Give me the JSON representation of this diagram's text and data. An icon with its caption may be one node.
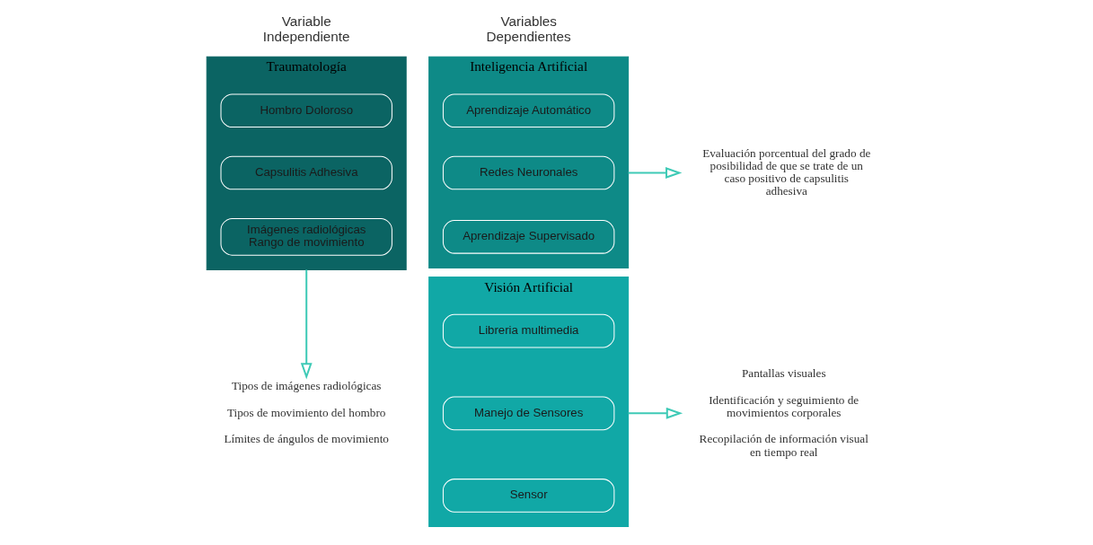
{
  "diagram": {
    "nodes": [
      {
        "text": [
          "Traumatología"
        ]
      },
      {
        "text": [
          "Hombro Doloroso"
        ],
        "in": 0
      },
      {
        "text": [
          "Capsulitis Adhesiva"
        ],
        "in": 0
      },
      {
        "text": [
          "Imágenes radiológicas Rango de movimiento"
        ],
        "in": 0
      },
      {
        "text": [
          "Inteligencia Artificial"
        ]
      },
      {
        "text": [
          "Aprendizaje Automático"
        ],
        "in": 4
      },
      {
        "text": [
          "Redes Neuronales"
        ],
        "in": 4
      },
      {
        "text": [
          "Aprendizaje Supervisado"
        ],
        "in": 4
      },
      {
        "text": [
          "Visión Artificial"
        ]
      },
      {
        "text": [
          "Libreria multimedia"
        ],
        "in": 8
      },
      {
        "text": [
          "Manejo de Sensores"
        ],
        "in": 8
      },
      {
        "text": [
          "Sensor"
        ],
        "in": 8
      },
      {
        "text": [
          "Tipos de imágenes radiológicas",
          "Tipos de movimiento del hombro",
          "Límites de ángulos de movimiento"
        ]
      },
      {
        "text": [
          "Evaluación porcentual del grado de posibilidad de que se trate de un caso positivo de capsulitis adhesiva"
        ]
      },
      {
        "text": [
          "Pantallas visuales",
          "Identificación y seguimiento de movimientos corporales",
          "Recopilación de información visual en tiempo real"
        ]
      }
    ],
    "edges": [
      {
        "from": 0,
        "to": 12,
        "arrow": "to"
      },
      {
        "from": 4,
        "to": 13,
        "arrow": "to"
      },
      {
        "from": 8,
        "to": 14,
        "arrow": "to"
      }
    ],
    "labels": [
      "Variable Independiente",
      "Variables Dependientes"
    ]
  }
}
